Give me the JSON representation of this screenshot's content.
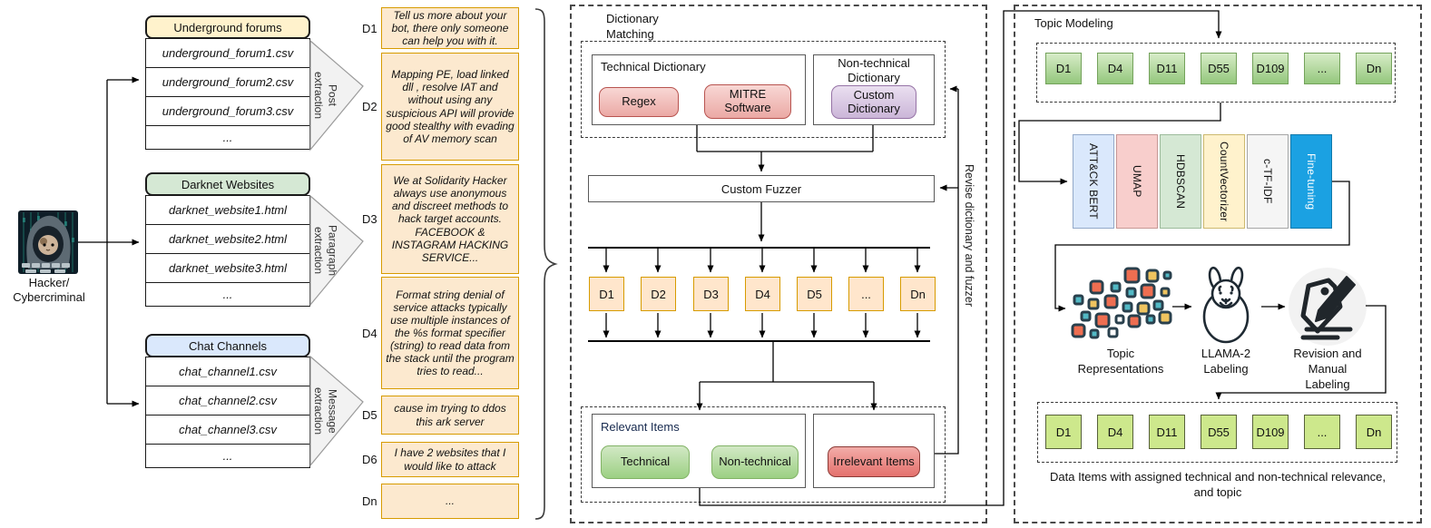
{
  "hacker": {
    "label": "Hacker/\nCybercriminal"
  },
  "sources": [
    {
      "title": "Underground forums",
      "files": [
        "underground_forum1.csv",
        "underground_forum2.csv",
        "underground_forum3.csv",
        "..."
      ],
      "extraction": "Post\nextraction"
    },
    {
      "title": "Darknet Websites",
      "files": [
        "darknet_website1.html",
        "darknet_website2.html",
        "darknet_website3.html",
        "..."
      ],
      "extraction": "Paragraph\nextraction"
    },
    {
      "title": "Chat Channels",
      "files": [
        "chat_channel1.csv",
        "chat_channel2.csv",
        "chat_channel3.csv",
        "..."
      ],
      "extraction": "Message\nextraction"
    }
  ],
  "data_items": [
    {
      "id": "D1",
      "text": "Tell us more about your bot, there only someone can help you with it."
    },
    {
      "id": "D2",
      "text": "Mapping PE, load linked dll , resolve IAT and without using any suspicious API will provide good stealthy with evading of AV memory scan"
    },
    {
      "id": "D3",
      "text": "We at Solidarity Hacker always use anonymous and discreet methods to hack target accounts. FACEBOOK & INSTAGRAM HACKING SERVICE..."
    },
    {
      "id": "D4",
      "text": "Format string denial of service attacks typically use multiple instances of the %s format specifier (string) to read data from the stack until the program tries to read..."
    },
    {
      "id": "D5",
      "text": "cause im trying to ddos this ark server"
    },
    {
      "id": "D6",
      "text": "I have 2 websites that I would like to attack"
    },
    {
      "id": "Dn",
      "text": "..."
    }
  ],
  "dictionary_matching": {
    "title": "Dictionary\nMatching",
    "technical_dictionary": {
      "label": "Technical Dictionary",
      "regex": "Regex",
      "mitre": "MITRE\nSoftware"
    },
    "non_technical_dictionary": {
      "label": "Non-technical\nDictionary",
      "custom": "Custom\nDictionary"
    },
    "fuzzer": "Custom Fuzzer",
    "d_row": [
      "D1",
      "D2",
      "D3",
      "D4",
      "D5",
      "...",
      "Dn"
    ],
    "relevant": {
      "label": "Relevant Items",
      "technical": "Technical",
      "non_technical": "Non-technical"
    },
    "irrelevant": "Irrelevant Items",
    "revise_label": "Revise dictionary and fuzzer"
  },
  "topic_modeling": {
    "title": "Topic Modeling",
    "input_items": [
      "D1",
      "D4",
      "D11",
      "D55",
      "D109",
      "...",
      "Dn"
    ],
    "pipeline": [
      "ATT&CK BERT",
      "UMAP",
      "HDBSCAN",
      "CountVectorizer",
      "c-TF-IDF",
      "Fine-tuning"
    ],
    "topic_representations_label": "Topic\nRepresentations",
    "llama_label": "LLAMA-2\nLabeling",
    "revision_label": "Revision and\nManual\nLabeling",
    "output_items": [
      "D1",
      "D4",
      "D11",
      "D55",
      "D109",
      "...",
      "Dn"
    ],
    "caption": "Data Items with assigned technical and non-technical relevance,\nand topic"
  },
  "colors": {
    "forum_header": "#fff2cc",
    "darknet_header": "#d5e8d4",
    "chat_header": "#dae8fc",
    "item_orange": "#ffe6cc",
    "item_border": "#d79b00",
    "pink": "#f8cecc",
    "pink_border": "#b85450",
    "purple": "#e1d5e7",
    "purple_border": "#9673a6",
    "green_pill": "#a9d18e",
    "green_border": "#82b366",
    "red_pill": "#ea8f8b",
    "topic_green": "#93c47d",
    "lime": "#cde88c",
    "finetune_blue": "#1ba1e2"
  }
}
